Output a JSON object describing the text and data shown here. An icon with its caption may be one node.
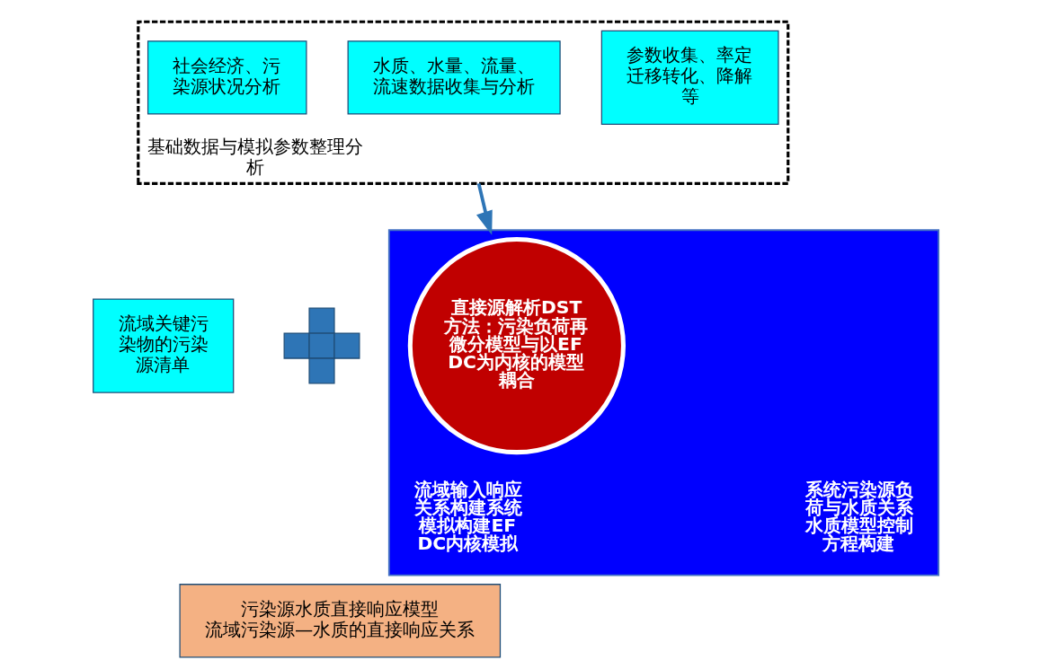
{
  "diagram": {
    "nodes": [
      {
        "text": [
          "基础数据与模拟参数整理分析"
        ]
      },
      {
        "text": [
          "社会经济、污染源状况分析"
        ],
        "in": 0
      },
      {
        "text": [
          "水质、水量、流量、流速数据收集与分析"
        ],
        "in": 0
      },
      {
        "text": [
          "参数收集、率定迁移转化、降解等"
        ],
        "in": 0
      },
      {
        "text": [
          "流域关键污染物的污染源清单"
        ]
      },
      {
        "text": [],
        "shape": "plus"
      },
      {
        "text": [
          "流域输入响应关系构建系统模拟构建EFDC内核模拟",
          "系统污染源负荷与水质关系水质模型控制方程构建"
        ]
      },
      {
        "text": [
          "直接源解析DST方法：污染负荷再微分模型与以EFDC为内核的模型耦合"
        ],
        "in": 6
      },
      {
        "text": [
          "污染源水质直接响应模型",
          "流域污染源—水质的直接响应关系"
        ]
      }
    ],
    "edges": [
      {
        "from": 0,
        "to": 6,
        "arrow": "to"
      }
    ]
  }
}
